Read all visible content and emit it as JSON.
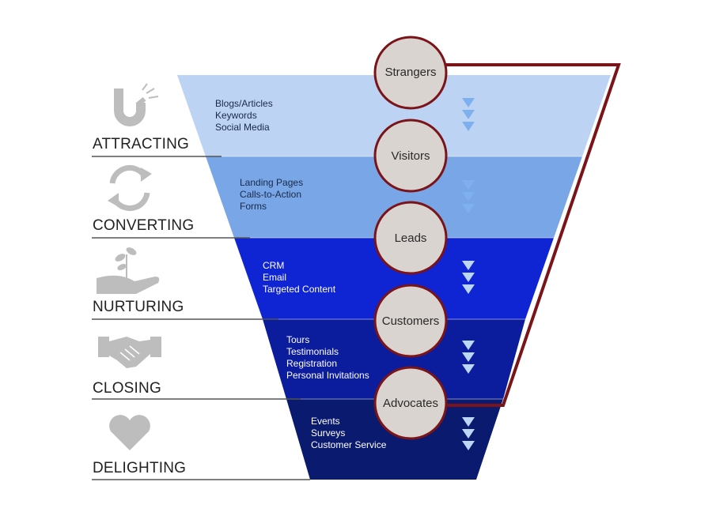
{
  "stages": [
    {
      "label": "ATTRACTING",
      "icon": "magnet-icon",
      "items": [
        "Blogs/Articles",
        "Keywords",
        "Social Media"
      ],
      "color": "#bdd3f4"
    },
    {
      "label": "CONVERTING",
      "icon": "refresh-icon",
      "items": [
        "Landing Pages",
        "Calls-to-Action",
        "Forms"
      ],
      "color": "#78a6e6"
    },
    {
      "label": "NURTURING",
      "icon": "plant-in-hand-icon",
      "items": [
        "CRM",
        "Email",
        "Targeted Content"
      ],
      "color": "#0f24d2"
    },
    {
      "label": "CLOSING",
      "icon": "handshake-icon",
      "items": [
        "Tours",
        "Testimonials",
        "Registration",
        "Personal Invitations"
      ],
      "color": "#0b1c9c"
    },
    {
      "label": "DELIGHTING",
      "icon": "heart-icon",
      "items": [
        "Events",
        "Surveys",
        "Customer Service"
      ],
      "color": "#0a1a6e"
    }
  ],
  "circles": [
    "Strangers",
    "Visitors",
    "Leads",
    "Customers",
    "Advocates"
  ],
  "colors": {
    "circle_fill": "#d9d4cf",
    "circle_border": "#7a1418",
    "bracket": "#7a1418",
    "arrow_light": "#7fb0ee",
    "arrow_dark": "#bcd6f6",
    "divider": "#555555",
    "icon": "#bdbdbd"
  }
}
